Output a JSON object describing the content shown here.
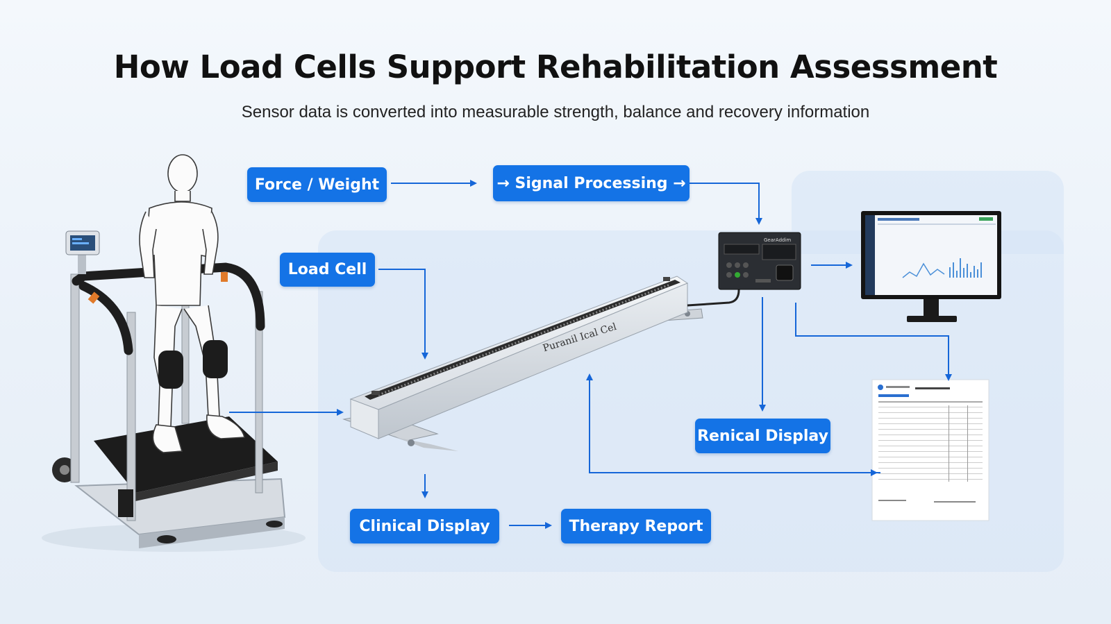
{
  "header": {
    "title": "How Load Cells Support Rehabilitation Assessment",
    "subtitle": "Sensor data is converted into measurable strength, balance and recovery information"
  },
  "nodes": {
    "force_weight": "Force / Weight",
    "signal_processing": "→ Signal Processing →",
    "load_cell": "Load Cell",
    "renical_display": "Renical Display",
    "clinical_display": "Clinical Display",
    "therapy_report": "Therapy Report"
  },
  "device_labels": {
    "beam": "Puranil Ical Cel",
    "controller": "GearAddim"
  },
  "colors": {
    "accent": "#1473e6",
    "arrow": "#1566d8",
    "panel": "#d6e4f5"
  }
}
